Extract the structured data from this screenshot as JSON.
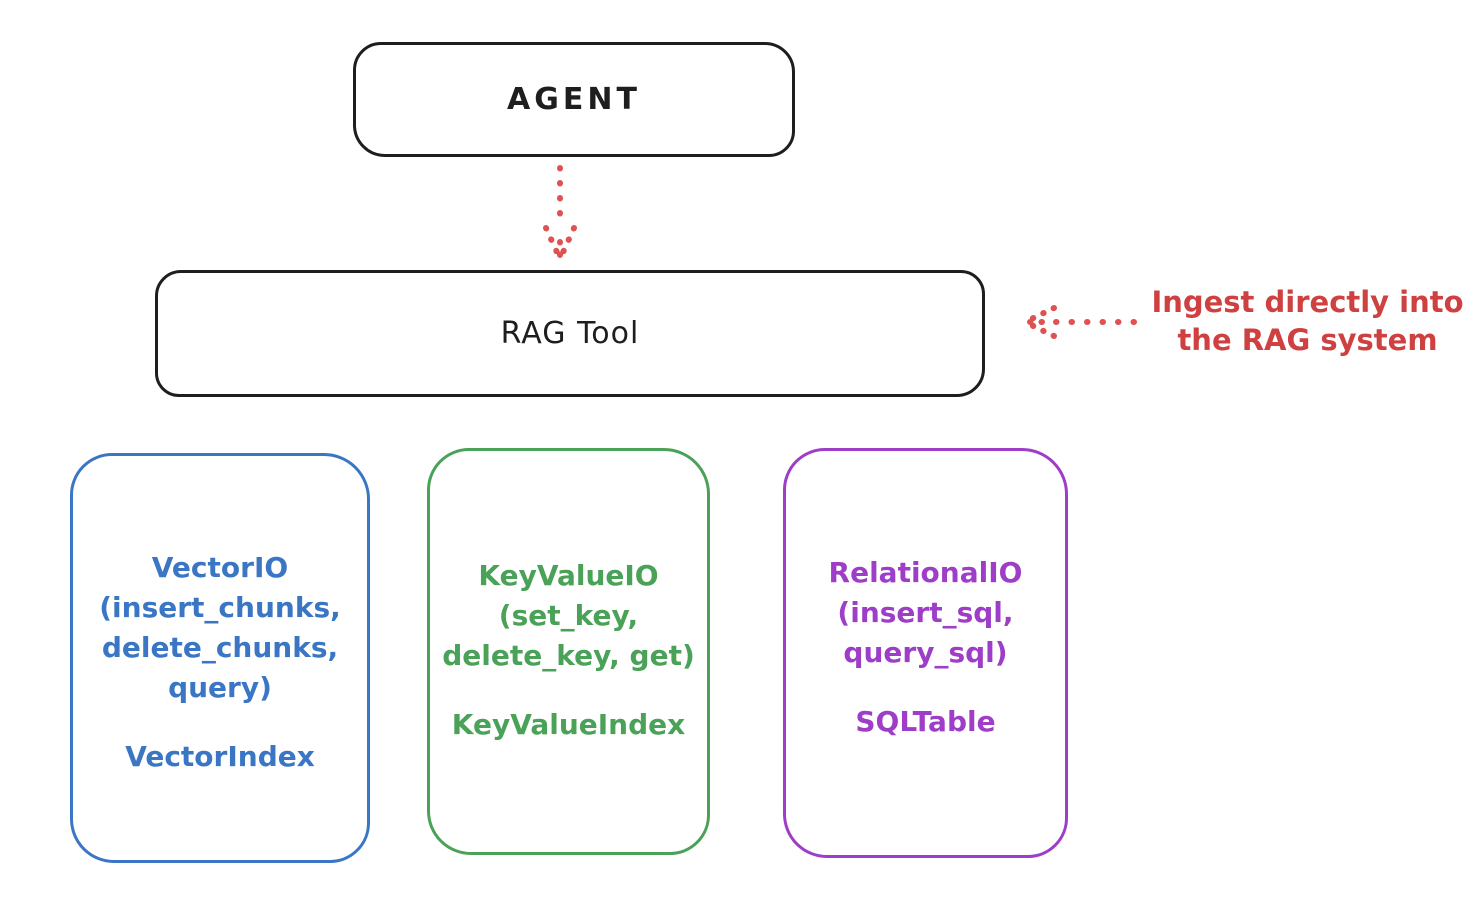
{
  "agent": {
    "label": "AGENT"
  },
  "rag_tool": {
    "label": "RAG Tool"
  },
  "annotation": {
    "line1": "Ingest directly into",
    "line2": "the RAG system",
    "color": "#cf4040"
  },
  "arrows": {
    "agent_to_rag": "dotted-arrow-down-icon",
    "annotation_to_rag": "dotted-arrow-left-icon",
    "color": "#e05252"
  },
  "io_boxes": [
    {
      "name": "VectorIO",
      "color": "#3a76c4",
      "lines": [
        "VectorIO",
        "(insert_chunks,",
        "delete_chunks,",
        "query)"
      ],
      "index_label": "VectorIndex"
    },
    {
      "name": "KeyValueIO",
      "color": "#4aa158",
      "lines": [
        "KeyValueIO",
        "(set_key,",
        "delete_key, get)"
      ],
      "index_label": "KeyValueIndex"
    },
    {
      "name": "RelationalIO",
      "color": "#9d3dc8",
      "lines": [
        "RelationalIO",
        "(insert_sql,",
        "query_sql)"
      ],
      "index_label": "SQLTable"
    }
  ]
}
